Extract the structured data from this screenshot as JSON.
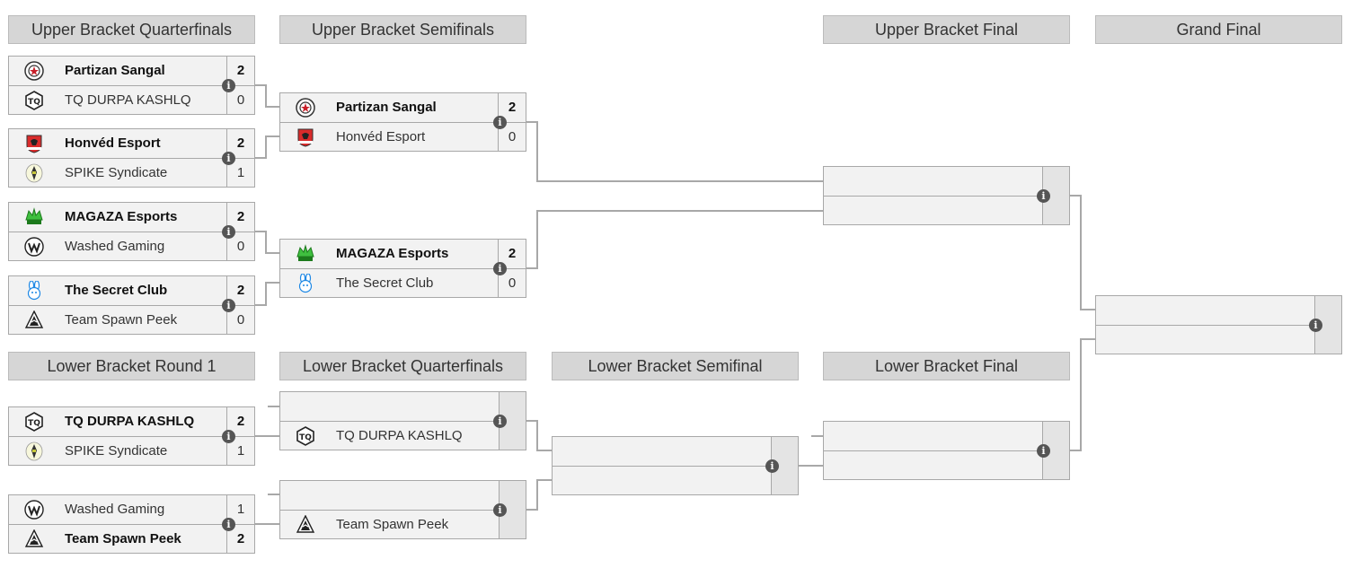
{
  "headers": {
    "ubqf": "Upper Bracket Quarterfinals",
    "ubsf": "Upper Bracket Semifinals",
    "ubf": "Upper Bracket Final",
    "gf": "Grand Final",
    "lbr1": "Lower Bracket Round 1",
    "lbqf": "Lower Bracket Quarterfinals",
    "lbsf": "Lower Bracket Semifinal",
    "lbf": "Lower Bracket Final"
  },
  "info_glyph": "i",
  "colors": {
    "header_bg": "#d6d6d6",
    "match_bg": "#f2f2f2",
    "line": "#a8a8a8",
    "info_icon": "#555555"
  },
  "matches": {
    "ubqf1": {
      "top": {
        "name": "Partizan Sangal",
        "score": "2",
        "win": true,
        "icon": "partizan-logo-icon"
      },
      "bot": {
        "name": "TQ DURPA KASHLQ",
        "score": "0",
        "win": false,
        "icon": "tq-logo-icon"
      }
    },
    "ubqf2": {
      "top": {
        "name": "Honvéd Esport",
        "score": "2",
        "win": true,
        "icon": "honved-logo-icon"
      },
      "bot": {
        "name": "SPIKE Syndicate",
        "score": "1",
        "win": false,
        "icon": "spike-logo-icon"
      }
    },
    "ubqf3": {
      "top": {
        "name": "MAGAZA Esports",
        "score": "2",
        "win": true,
        "icon": "magaza-logo-icon"
      },
      "bot": {
        "name": "Washed Gaming",
        "score": "0",
        "win": false,
        "icon": "washed-logo-icon"
      }
    },
    "ubqf4": {
      "top": {
        "name": "The Secret Club",
        "score": "2",
        "win": true,
        "icon": "secret-club-logo-icon"
      },
      "bot": {
        "name": "Team Spawn Peek",
        "score": "0",
        "win": false,
        "icon": "spawn-peek-logo-icon"
      }
    },
    "ubsf1": {
      "top": {
        "name": "Partizan Sangal",
        "score": "2",
        "win": true,
        "icon": "partizan-logo-icon"
      },
      "bot": {
        "name": "Honvéd Esport",
        "score": "0",
        "win": false,
        "icon": "honved-logo-icon"
      }
    },
    "ubsf2": {
      "top": {
        "name": "MAGAZA Esports",
        "score": "2",
        "win": true,
        "icon": "magaza-logo-icon"
      },
      "bot": {
        "name": "The Secret Club",
        "score": "0",
        "win": false,
        "icon": "secret-club-logo-icon"
      }
    },
    "lbr1a": {
      "top": {
        "name": "TQ DURPA KASHLQ",
        "score": "2",
        "win": true,
        "icon": "tq-logo-icon"
      },
      "bot": {
        "name": "SPIKE Syndicate",
        "score": "1",
        "win": false,
        "icon": "spike-logo-icon"
      }
    },
    "lbr1b": {
      "top": {
        "name": "Washed Gaming",
        "score": "1",
        "win": false,
        "icon": "washed-logo-icon"
      },
      "bot": {
        "name": "Team Spawn Peek",
        "score": "2",
        "win": true,
        "icon": "spawn-peek-logo-icon"
      }
    },
    "lbqf1": {
      "top": null,
      "bot": {
        "name": "TQ DURPA KASHLQ",
        "score": "",
        "win": false,
        "icon": "tq-logo-icon"
      }
    },
    "lbqf2": {
      "top": null,
      "bot": {
        "name": "Team Spawn Peek",
        "score": "",
        "win": false,
        "icon": "spawn-peek-logo-icon"
      }
    },
    "ubf": {
      "top": null,
      "bot": null
    },
    "lbsf": {
      "top": null,
      "bot": null
    },
    "lbf": {
      "top": null,
      "bot": null
    },
    "gf": {
      "top": null,
      "bot": null
    }
  }
}
